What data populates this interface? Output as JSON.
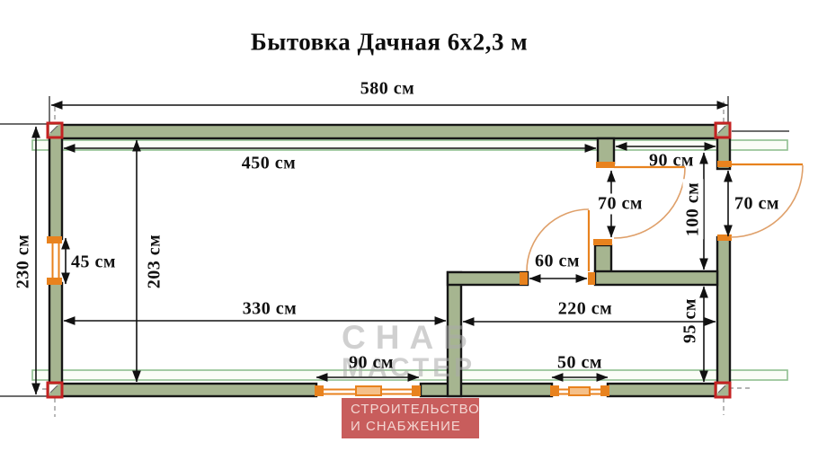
{
  "title": "Бытовка Дачная 6х2,3 м",
  "dims": {
    "total_width": "580 см",
    "top_inner": "450 см",
    "vestibule_width": "90 см",
    "interior_door": "70 см",
    "vestibule_depth": "100 см",
    "entrance_door": "70 см",
    "total_depth": "230 см",
    "inner_depth": "203 см",
    "left_window": "45 см",
    "main_room_width": "330 см",
    "small_room_width": "220 см",
    "pass_door": "60 см",
    "small_room_depth": "95 см",
    "small_window": "50 см",
    "bottom_window": "90 см"
  },
  "watermark": {
    "brand_line1": "СНАБ",
    "brand_line2": "МАСТЕР",
    "tagline_line1": "СТРОИТЕЛЬСТВО",
    "tagline_line2": "И СНАБЖЕНИЕ"
  },
  "colors": {
    "wall_fill": "#a6b590",
    "outline": "#161616",
    "joinery_orange": "#e8821e",
    "door_arc_orange": "#dfa06a",
    "corner_post_red": "#c42222",
    "frame_band_green": "#8fbf8f",
    "watermark_red": "#c4504f"
  }
}
